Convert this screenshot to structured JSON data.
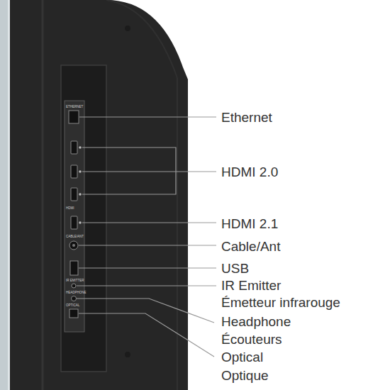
{
  "diagram": {
    "labels": [
      "Ethernet",
      "HDMI 2.0",
      "HDMI 2.1",
      "Cable/Ant",
      "USB",
      "IR Emitter",
      "Émetteur infrarouge",
      "Headphone",
      "Écouteurs",
      "Optical",
      "Optique",
      "ETHERNET",
      "HDMI",
      "CABLE/ANT",
      "IR EMITTER",
      "HEADPHONE",
      "OPTICAL"
    ]
  }
}
